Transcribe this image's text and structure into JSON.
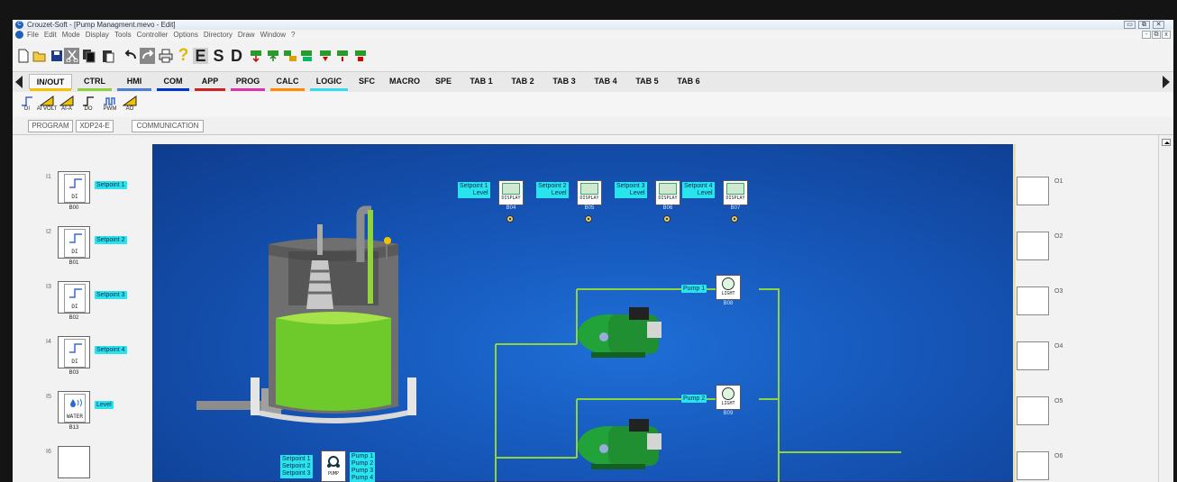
{
  "window": {
    "title": "Crouzet-Soft - [Pump Managment.mevo - Edit]"
  },
  "menu": {
    "items": [
      "File",
      "Edit",
      "Mode",
      "Display",
      "Tools",
      "Controller",
      "Options",
      "Directory",
      "Draw",
      "Window",
      "?"
    ]
  },
  "toolbar": {
    "letters": [
      "E",
      "S",
      "D"
    ]
  },
  "tabs": [
    {
      "label": "IN/OUT",
      "color": "#f2c200"
    },
    {
      "label": "CTRL",
      "color": "#8ed13c"
    },
    {
      "label": "HMI",
      "color": "#4a7fd4"
    },
    {
      "label": "COM",
      "color": "#0033cc"
    },
    {
      "label": "APP",
      "color": "#cc2222"
    },
    {
      "label": "PROG",
      "color": "#dd33aa"
    },
    {
      "label": "CALC",
      "color": "#ff8a00"
    },
    {
      "label": "LOGIC",
      "color": "#33ddee"
    },
    {
      "label": "SFC",
      "color": ""
    },
    {
      "label": "MACRO",
      "color": ""
    },
    {
      "label": "SPE",
      "color": ""
    },
    {
      "label": "TAB 1",
      "color": ""
    },
    {
      "label": "TAB 2",
      "color": ""
    },
    {
      "label": "TAB 3",
      "color": ""
    },
    {
      "label": "TAB 4",
      "color": ""
    },
    {
      "label": "TAB 5",
      "color": ""
    },
    {
      "label": "TAB 6",
      "color": ""
    }
  ],
  "palette": [
    "DI",
    "AI VOLT",
    "AI-A",
    "DO",
    "PWM",
    "AO"
  ],
  "subtabs": [
    "PROGRAM",
    "XDP24-E",
    "COMMUNICATION"
  ],
  "inputs": [
    {
      "num": "I1",
      "code": "DI",
      "label": "B00",
      "signal": "Setpoint 1"
    },
    {
      "num": "I2",
      "code": "DI",
      "label": "B01",
      "signal": "Setpoint 2"
    },
    {
      "num": "I3",
      "code": "DI",
      "label": "B02",
      "signal": "Setpoint 3"
    },
    {
      "num": "I4",
      "code": "DI",
      "label": "B03",
      "signal": "Setpoint 4"
    },
    {
      "num": "I5",
      "code": "WATER",
      "label": "B13",
      "signal": "Level"
    },
    {
      "num": "I6",
      "code": "",
      "label": "",
      "signal": ""
    }
  ],
  "outputs": [
    "O1",
    "O2",
    "O3",
    "O4",
    "O5",
    "O6"
  ],
  "displays": [
    {
      "sp": "Setpoint 1",
      "lvl": "Level",
      "code": "DISPLAY",
      "label": "B04"
    },
    {
      "sp": "Setpoint 2",
      "lvl": "Level",
      "code": "DISPLAY",
      "label": "B05"
    },
    {
      "sp": "Setpoint 3",
      "lvl": "Level",
      "code": "DISPLAY",
      "label": "B06"
    },
    {
      "sp": "Setpoint 4",
      "lvl": "Level",
      "code": "DISPLAY",
      "label": "B07"
    }
  ],
  "lights": [
    {
      "pump": "Pump 1",
      "code": "LIGHT",
      "label": "B08"
    },
    {
      "pump": "Pump 2",
      "code": "LIGHT",
      "label": "B09"
    }
  ],
  "pump_block": {
    "code": "PUMP",
    "inputs": [
      "Setpoint 1",
      "Setpoint 2",
      "Setpoint 3"
    ],
    "outputs": [
      "Pump 1",
      "Pump 2",
      "Pump 3",
      "Pump 4"
    ]
  }
}
